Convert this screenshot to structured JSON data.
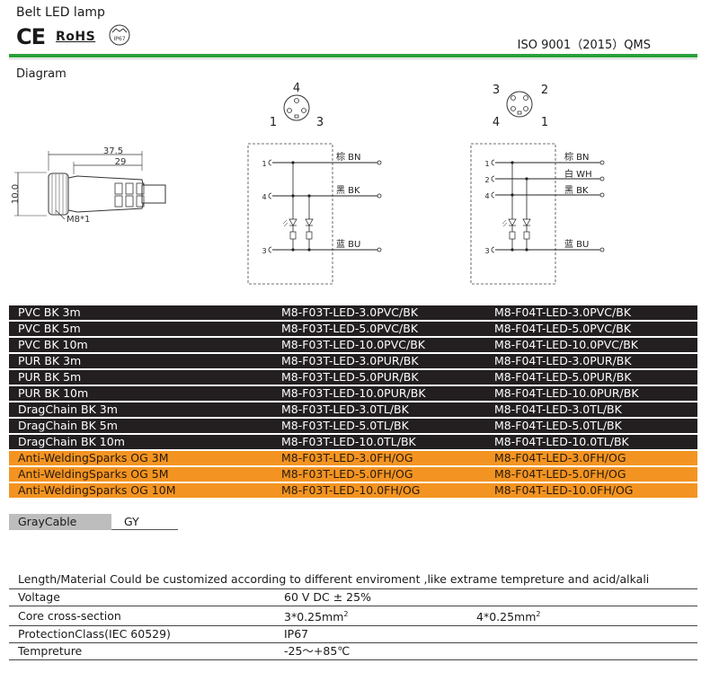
{
  "header": {
    "title": "Belt LED lamp",
    "ce": "CE",
    "rohs": "RoHS",
    "ip_badge": "IP67",
    "iso": "ISO 9001（2015）QMS"
  },
  "diagram": {
    "label": "Diagram",
    "dim_length": "37.5",
    "dim_body": "29",
    "dim_height": "10.0",
    "thread": "M8*1",
    "pin3_labels": [
      "4",
      "1",
      "3"
    ],
    "pin4_labels": [
      "3",
      "2",
      "4",
      "1"
    ],
    "left_wires": [
      {
        "pin": "1",
        "label": "棕 BN"
      },
      {
        "pin": "4",
        "label": "黑 BK"
      },
      {
        "pin": "3",
        "label": "蓝 BU"
      }
    ],
    "right_wires": [
      {
        "pin": "1",
        "label": "棕 BN"
      },
      {
        "pin": "2",
        "label": "白 WH"
      },
      {
        "pin": "4",
        "label": "黑 BK"
      },
      {
        "pin": "3",
        "label": "蓝 BU"
      }
    ]
  },
  "codes": {
    "rows": [
      {
        "style": "dark",
        "c1": "PVC    BK 3m",
        "c2": "M8-F03T-LED-3.0PVC/BK",
        "c3": "M8-F04T-LED-3.0PVC/BK"
      },
      {
        "style": "dark",
        "c1": "PVC      BK 5m",
        "c2": "M8-F03T-LED-5.0PVC/BK",
        "c3": "M8-F04T-LED-5.0PVC/BK"
      },
      {
        "style": "dark",
        "c1": "PVC      BK 10m",
        "c2": "M8-F03T-LED-10.0PVC/BK",
        "c3": "M8-F04T-LED-10.0PVC/BK"
      },
      {
        "style": "dark",
        "c1": "PUR    BK 3m",
        "c2": "M8-F03T-LED-3.0PUR/BK",
        "c3": "M8-F04T-LED-3.0PUR/BK"
      },
      {
        "style": "dark",
        "c1": "PUR      BK 5m",
        "c2": "M8-F03T-LED-5.0PUR/BK",
        "c3": "M8-F04T-LED-5.0PUR/BK"
      },
      {
        "style": "dark",
        "c1": "PUR      BK 10m",
        "c2": "M8-F03T-LED-10.0PUR/BK",
        "c3": "M8-F04T-LED-10.0PUR/BK"
      },
      {
        "style": "dark",
        "c1": "DragChain    BK 3m",
        "c2": "M8-F03T-LED-3.0TL/BK",
        "c3": "M8-F04T-LED-3.0TL/BK"
      },
      {
        "style": "dark",
        "c1": "DragChain      BK 5m",
        "c2": "M8-F03T-LED-5.0TL/BK",
        "c3": "M8-F04T-LED-5.0TL/BK"
      },
      {
        "style": "dark",
        "c1": "DragChain      BK 10m",
        "c2": "M8-F03T-LED-10.0TL/BK",
        "c3": "M8-F04T-LED-10.0TL/BK"
      },
      {
        "style": "orange",
        "c1": "Anti-WeldingSparks OG 3M",
        "c2": "M8-F03T-LED-3.0FH/OG",
        "c3": "M8-F04T-LED-3.0FH/OG"
      },
      {
        "style": "orange",
        "c1": "Anti-WeldingSparks OG 5M",
        "c2": "M8-F03T-LED-5.0FH/OG",
        "c3": "M8-F04T-LED-5.0FH/OG"
      },
      {
        "style": "orange",
        "c1": "Anti-WeldingSparks OG 10M",
        "c2": "M8-F03T-LED-10.0FH/OG",
        "c3": "M8-F04T-LED-10.0FH/OG"
      }
    ],
    "gray_label": "GrayCable",
    "gray_code": "GY"
  },
  "note": "Length/Material Could be customized according to different enviroment ,like extrame tempreture and acid/alkali",
  "specs": {
    "voltage_label": "Voltage",
    "voltage_value": "60 V DC ± 25%",
    "core_label": "Core cross-section",
    "core_value_3": "3*0.25mm",
    "core_value_4": "4*0.25mm",
    "core_exp": "2",
    "protection_label": "ProtectionClass(IEC 60529)",
    "protection_value": "IP67",
    "temp_label": "Tempreture",
    "temp_value": "-25～+85℃"
  },
  "colors": {
    "green": "#2aa13b",
    "dark_row": "#231f20",
    "orange_row": "#f39422",
    "gray_cell": "#bdbdbd"
  }
}
